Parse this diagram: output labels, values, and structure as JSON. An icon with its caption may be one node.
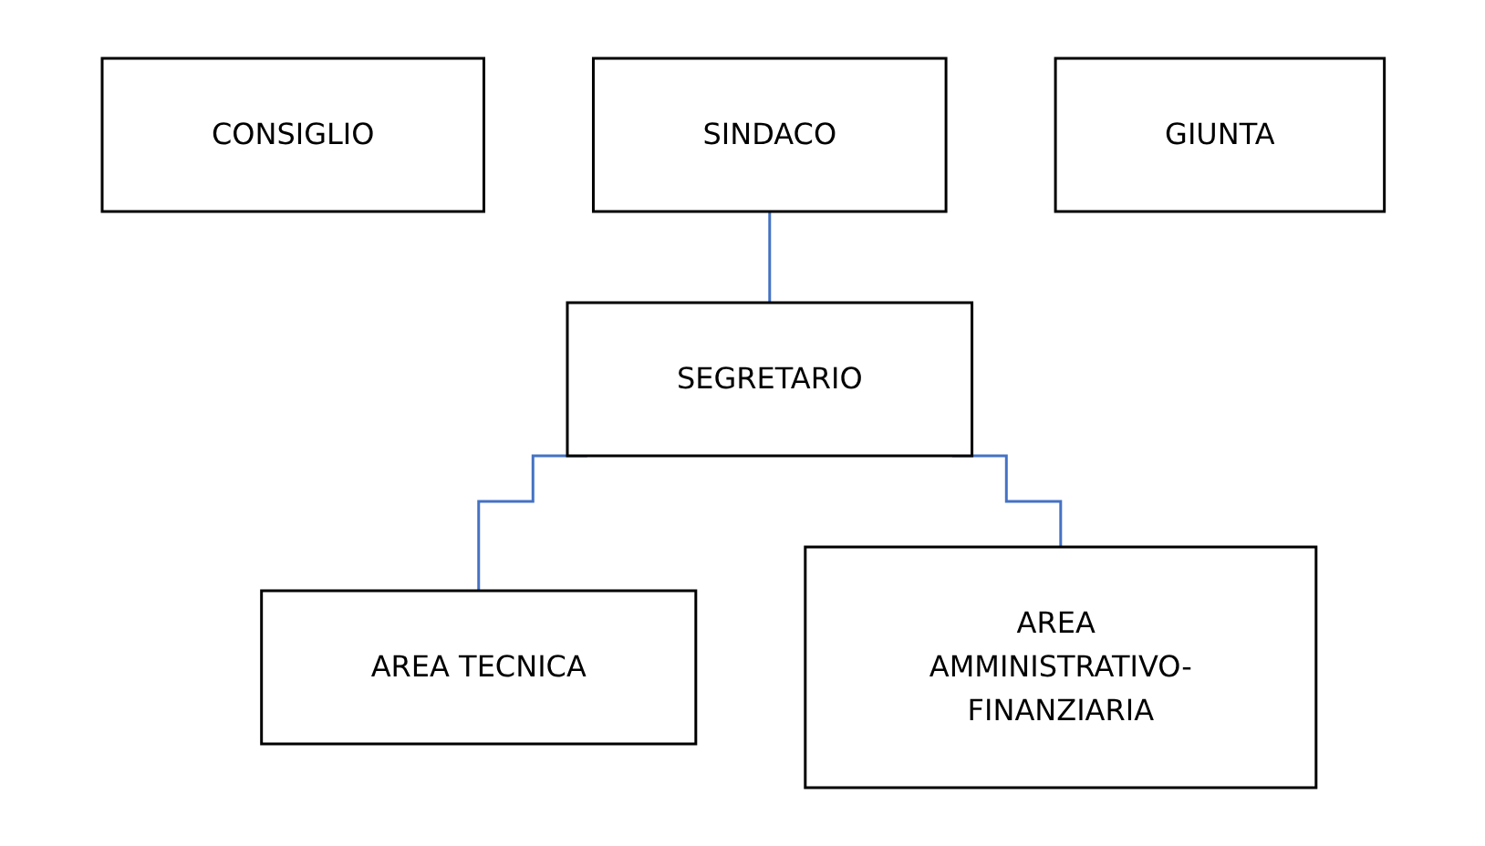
{
  "diagram": {
    "nodes": [
      {
        "text": [
          "CONSIGLIO"
        ]
      },
      {
        "text": [
          "SINDACO"
        ]
      },
      {
        "text": [
          "GIUNTA"
        ]
      },
      {
        "text": [
          "SEGRETARIO"
        ]
      },
      {
        "text": [
          "AREA TECNICA"
        ]
      },
      {
        "text": [
          "AREA AMMINISTRATIVO-FINANZIARIA"
        ]
      }
    ],
    "edges": [
      {
        "from": 1,
        "to": 3,
        "arrow": "none"
      },
      {
        "from": 3,
        "to": 4,
        "arrow": "none"
      },
      {
        "from": 3,
        "to": 5,
        "arrow": "none"
      }
    ]
  }
}
